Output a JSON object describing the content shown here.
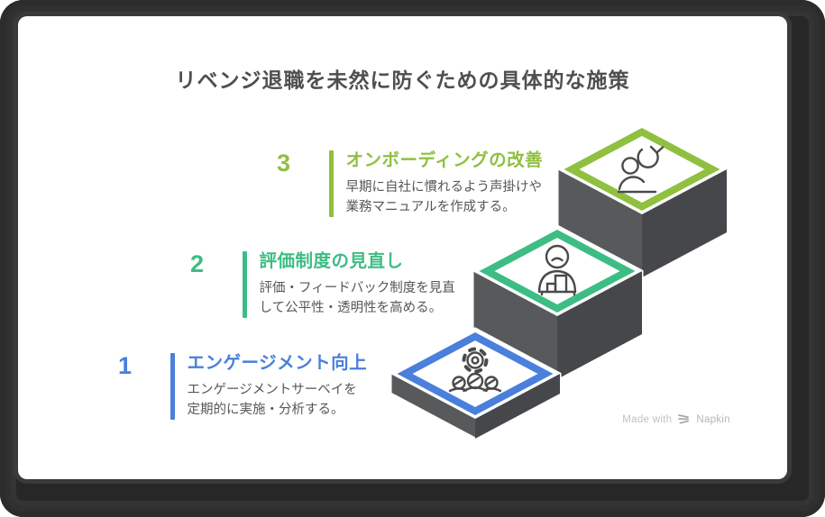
{
  "page": {
    "title": "リベンジ退職を未然に防ぐための具体的な施策"
  },
  "steps": [
    {
      "number": "1",
      "heading": "エンゲージメント向上",
      "description": "エンゲージメントサーベイを\n定期的に実施・分析する。",
      "color": "#4a7fdb",
      "icon": "gear-team-icon"
    },
    {
      "number": "2",
      "heading": "評価制度の見直し",
      "description": "評価・フィードバック制度を見直\nして公平性・透明性を高める。",
      "color": "#3dbd84",
      "icon": "person-chart-icon"
    },
    {
      "number": "3",
      "heading": "オンボーディングの改善",
      "description": "早期に自社に慣れるよう声掛けや\n業務マニュアルを作成する。",
      "color": "#8fc03f",
      "icon": "person-refresh-icon"
    }
  ],
  "watermark": {
    "prefix": "Made with",
    "brand": "Napkin"
  },
  "colors": {
    "step1_blue": "#4a7fdb",
    "step2_green": "#3dbd84",
    "step3_lime": "#8fc03f",
    "block_gray": "#58595b",
    "block_gray_dark": "#46474a",
    "title_text": "#4f4f4f",
    "body_text": "#565758",
    "frame_dark": "#272727"
  }
}
